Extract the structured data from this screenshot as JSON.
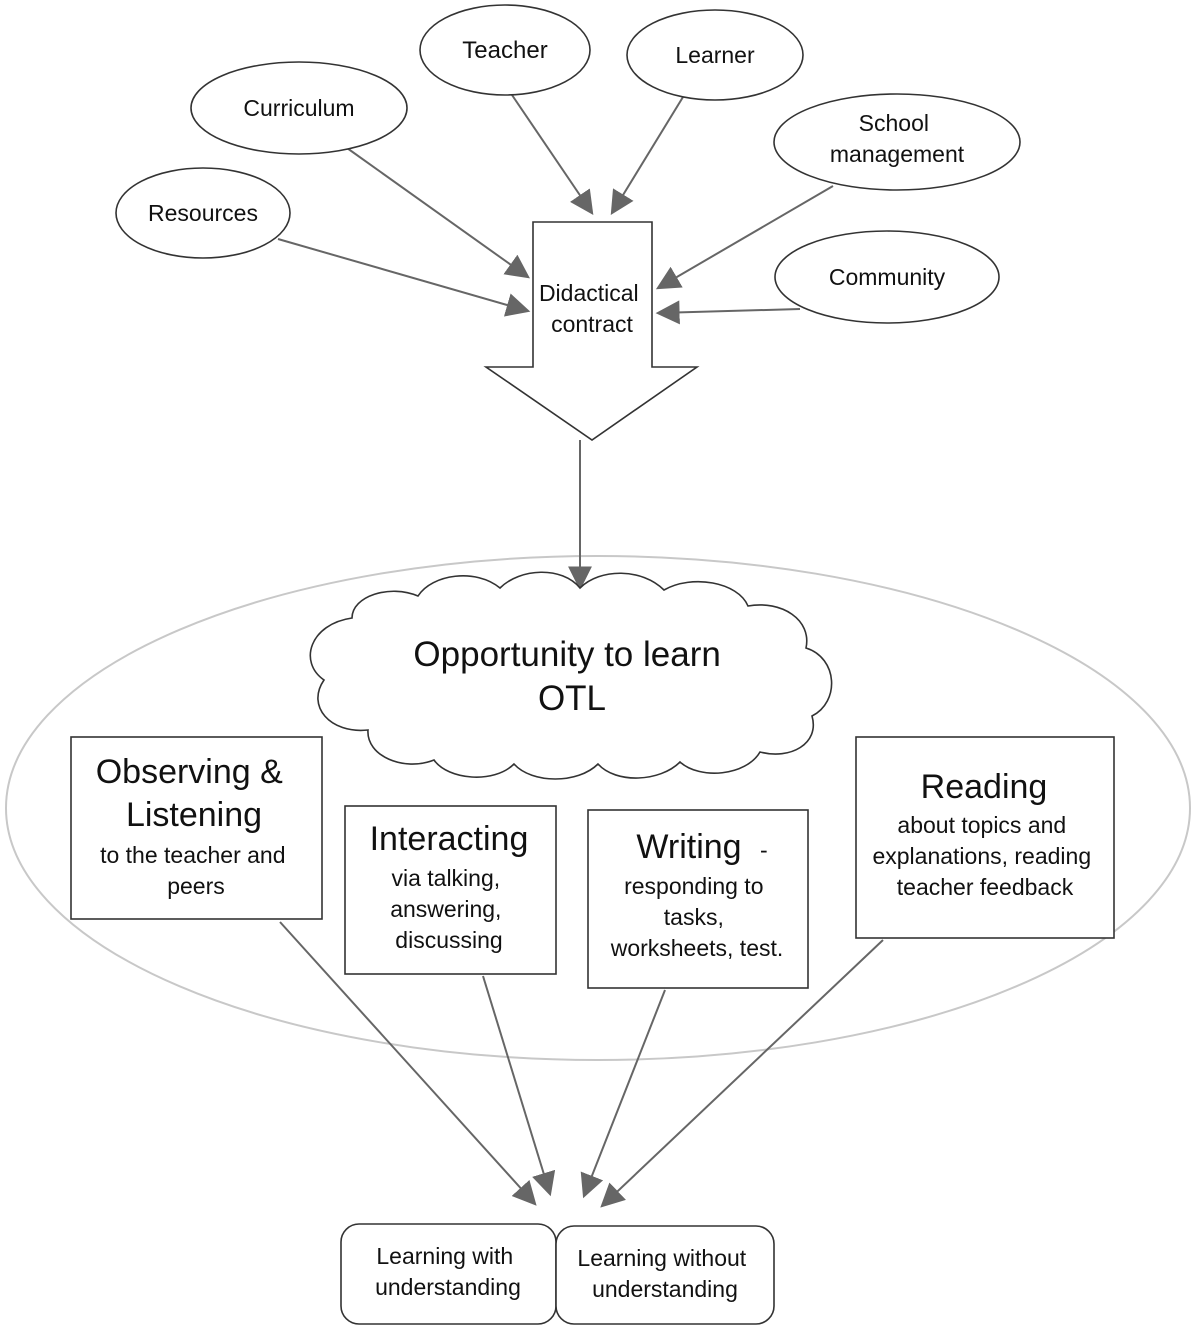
{
  "colors": {
    "stroke": "#333333",
    "edge": "#666666",
    "halo": "#c8c8c8",
    "text": "#111111",
    "background": "#ffffff"
  },
  "influences": {
    "teacher": "Teacher",
    "learner": "Learner",
    "curriculum": "Curriculum",
    "school_management": [
      "School",
      "management"
    ],
    "resources": "Resources",
    "community": "Community"
  },
  "contract": [
    "Didactical",
    "contract"
  ],
  "otl": [
    "Opportunity to learn",
    "OTL"
  ],
  "activities": {
    "observing": {
      "title": [
        "Observing &",
        "Listening"
      ],
      "body": [
        "to the teacher and",
        "peers"
      ]
    },
    "interacting": {
      "title": "Interacting",
      "body": [
        "via talking,",
        "answering,",
        "discussing"
      ]
    },
    "writing": {
      "title": "Writing",
      "title_suffix": "-",
      "body": [
        "responding to",
        "tasks,",
        "worksheets, test."
      ]
    },
    "reading": {
      "title": "Reading",
      "body": [
        "about topics and",
        "explanations, reading",
        "teacher feedback"
      ]
    }
  },
  "outcomes": {
    "with_understanding": [
      "Learning with",
      "understanding"
    ],
    "without_understanding": [
      "Learning without",
      "understanding"
    ]
  }
}
